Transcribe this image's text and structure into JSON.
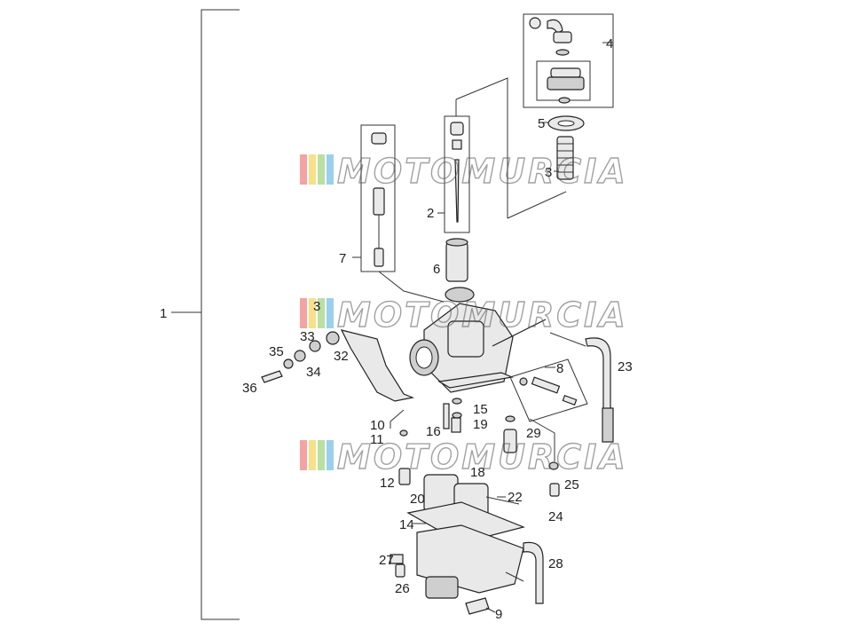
{
  "labels": [
    {
      "id": "1",
      "text": "1"
    },
    {
      "id": "2",
      "text": "2"
    },
    {
      "id": "3a",
      "text": "3"
    },
    {
      "id": "3b",
      "text": "3"
    },
    {
      "id": "4",
      "text": "4"
    },
    {
      "id": "5",
      "text": "5"
    },
    {
      "id": "6",
      "text": "6"
    },
    {
      "id": "7",
      "text": "7"
    },
    {
      "id": "8",
      "text": "8"
    },
    {
      "id": "9",
      "text": "9"
    },
    {
      "id": "10",
      "text": "10"
    },
    {
      "id": "11",
      "text": "11"
    },
    {
      "id": "12",
      "text": "12"
    },
    {
      "id": "14",
      "text": "14"
    },
    {
      "id": "15",
      "text": "15"
    },
    {
      "id": "16",
      "text": "16"
    },
    {
      "id": "18",
      "text": "18"
    },
    {
      "id": "19",
      "text": "19"
    },
    {
      "id": "20",
      "text": "20"
    },
    {
      "id": "22",
      "text": "22"
    },
    {
      "id": "23",
      "text": "23"
    },
    {
      "id": "24",
      "text": "24"
    },
    {
      "id": "25",
      "text": "25"
    },
    {
      "id": "26",
      "text": "26"
    },
    {
      "id": "27",
      "text": "27"
    },
    {
      "id": "28",
      "text": "28"
    },
    {
      "id": "29",
      "text": "29"
    },
    {
      "id": "32",
      "text": "32"
    },
    {
      "id": "33",
      "text": "33"
    },
    {
      "id": "34",
      "text": "34"
    },
    {
      "id": "35",
      "text": "35"
    },
    {
      "id": "36",
      "text": "36"
    }
  ],
  "watermark": {
    "text": "MOTOMURCIA",
    "colors": [
      "#f4a3a3",
      "#f7e08a",
      "#b9e0a0",
      "#9ad0ea"
    ]
  }
}
